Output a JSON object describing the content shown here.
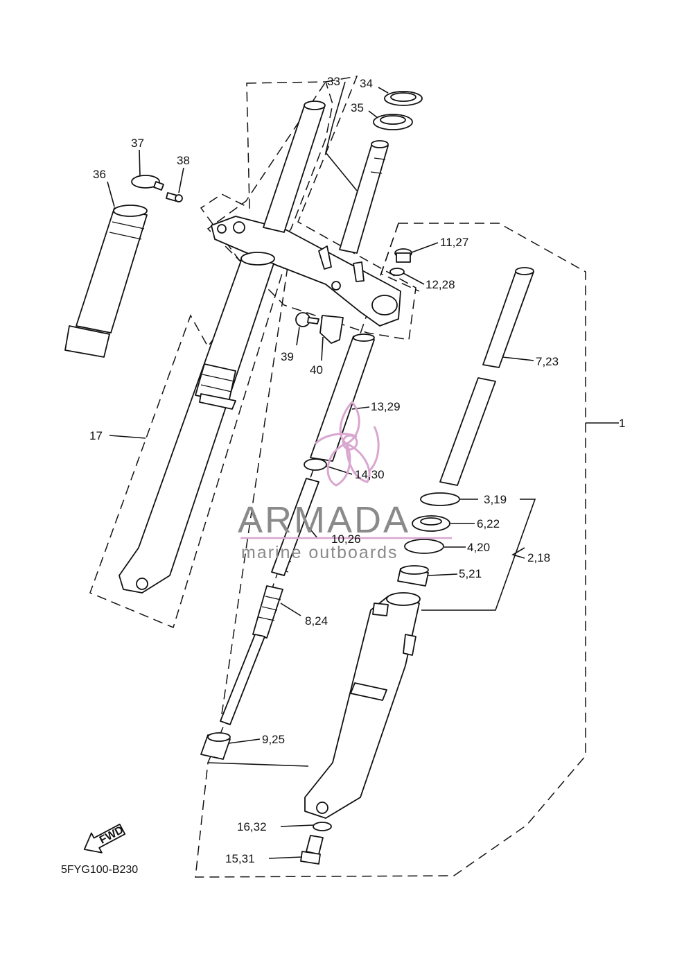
{
  "labels": {
    "l1": "1",
    "l2_18": "2,18",
    "l3_19": "3,19",
    "l4_20": "4,20",
    "l5_21": "5,21",
    "l6_22": "6,22",
    "l7_23": "7,23",
    "l8_24": "8,24",
    "l9_25": "9,25",
    "l10_26": "10,26",
    "l11_27": "11,27",
    "l12_28": "12,28",
    "l13_29": "13,29",
    "l14_30": "14,30",
    "l15_31": "15,31",
    "l16_32": "16,32",
    "l17": "17",
    "l33": "33",
    "l34": "34",
    "l35": "35",
    "l36": "36",
    "l37": "37",
    "l38": "38",
    "l39": "39",
    "l40": "40"
  },
  "fwd_label": "FWD",
  "diagram_code": "5FYG100-B230",
  "watermark": {
    "brand": "ARMADA",
    "tagline": "marine outboards",
    "color": "#d9a6cf"
  }
}
